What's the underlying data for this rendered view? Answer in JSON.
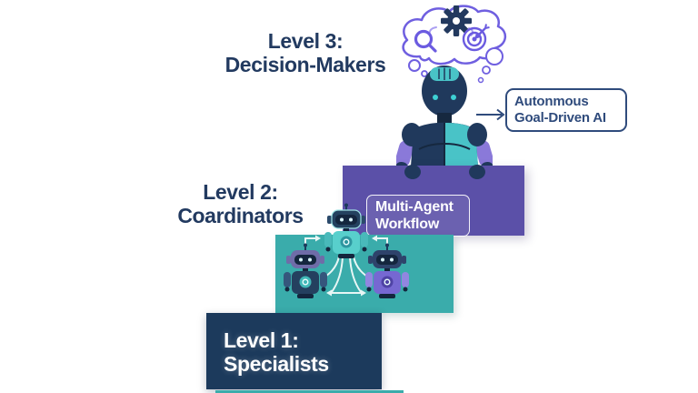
{
  "level3": {
    "line1": "Level 3:",
    "line2": "Decision-Makers"
  },
  "level2": {
    "line1": "Level 2:",
    "line2": "Coardinators"
  },
  "level1": {
    "line1": "Level 1:",
    "line2": "Specialists"
  },
  "callout": {
    "line1": "Autonmous",
    "line2": "Goal-Driven AI"
  },
  "workflow": {
    "line1": "Multi-Agent",
    "line2": "Workflow"
  },
  "icons": {
    "thought_bubble": "thought-bubble",
    "gear": "gear-icon",
    "magnifier": "magnifier-icon",
    "target_dart": "target-dart-icon",
    "arrow_right": "arrow-right-icon"
  },
  "colors": {
    "background": "#ffffff",
    "label_navy": "#223a60",
    "navy_block": "#1c3a5c",
    "teal_block": "#3aacab",
    "purple_block": "#5b50a8",
    "bubble_purple": "#6f5fe0",
    "callout_navy": "#2f4b7c",
    "robot_navy": "#20395c",
    "robot_teal": "#49c3c7",
    "robot_purple": "#8a79d9"
  }
}
